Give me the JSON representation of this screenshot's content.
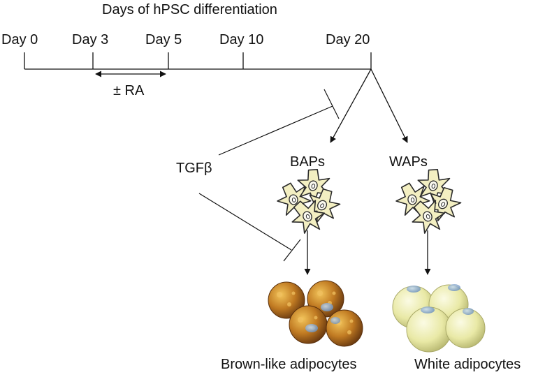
{
  "title": "Days of hPSC differentiation",
  "timeline": {
    "days": [
      "Day 0",
      "Day 3",
      "Day 5",
      "Day 10",
      "Day 20"
    ],
    "treatment": "± RA"
  },
  "inhibitor": "TGFβ",
  "progenitors": {
    "brown": "BAPs",
    "white": "WAPs"
  },
  "adipocytes": {
    "brown": "Brown-like adipocytes",
    "white": "White adipocytes"
  },
  "colors": {
    "line": "#111111",
    "progenitor_fill": "#f3efc2",
    "progenitor_stroke": "#2b2b2b",
    "brown_cell": "#b06a1c",
    "brown_highlight": "#e6b24a",
    "white_cell": "#eeeeae",
    "nucleus": "#8fb3d9"
  }
}
